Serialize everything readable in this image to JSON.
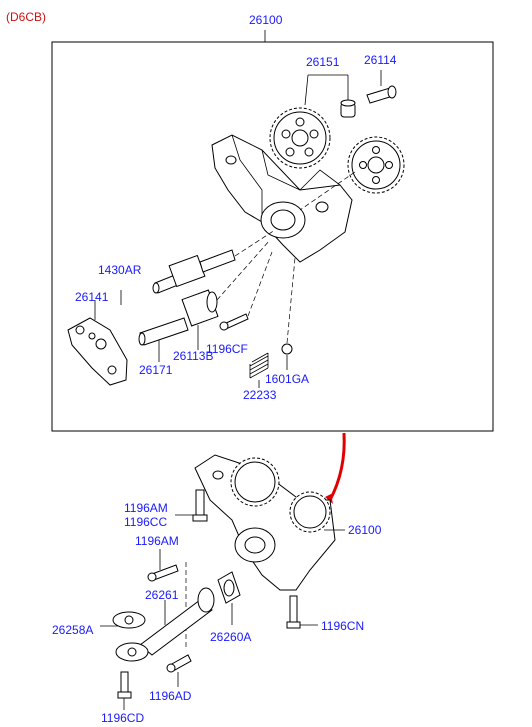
{
  "engine_code": "(D6CB)",
  "colors": {
    "label": "#1a1aff",
    "engine_code": "#d01010",
    "arrow": "#e00000",
    "line": "#000000"
  },
  "upper": {
    "assembly_label": "26100",
    "parts": {
      "gear_26151": "26151",
      "shaft_26114": "26114",
      "pin_1430AR": "1430AR",
      "cover_26141": "26141",
      "shaft_26171": "26171",
      "gear_26113B": "26113B",
      "bolt_1196CF": "1196CF",
      "ball_1601GA": "1601GA",
      "spring_22233": "22233"
    }
  },
  "lower": {
    "assembly_label": "26100",
    "parts": {
      "bolt_1196AM_CC_line1": "1196AM",
      "bolt_1196AM_CC_line2": "1196CC",
      "bolt_1196AM": "1196AM",
      "tube_26261": "26261",
      "gasket_26258A": "26258A",
      "gasket_26260A": "26260A",
      "bolt_1196CN": "1196CN",
      "bolt_1196AD": "1196AD",
      "bolt_1196CD": "1196CD"
    }
  }
}
